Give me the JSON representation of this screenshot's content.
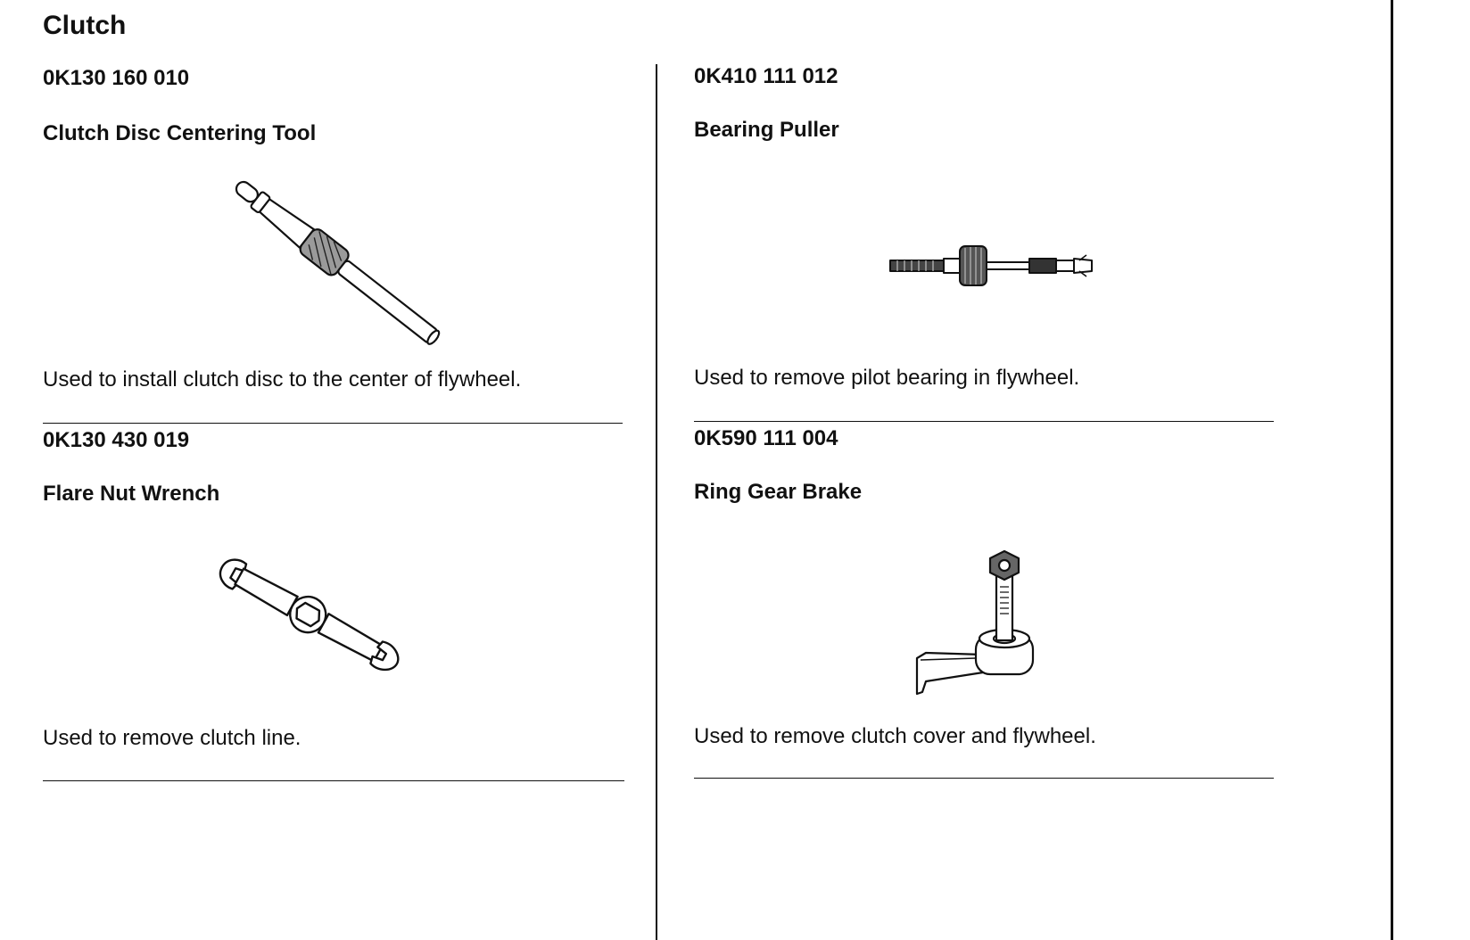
{
  "page": {
    "title": "Clutch"
  },
  "tools": [
    {
      "part_number": "0K130 160 010",
      "name": "Clutch Disc Centering Tool",
      "description": "Used to install clutch disc to the center of flywheel.",
      "icon": "centering-tool-icon"
    },
    {
      "part_number": "0K410 111 012",
      "name": "Bearing Puller",
      "description": "Used to remove pilot bearing in flywheel.",
      "icon": "bearing-puller-icon"
    },
    {
      "part_number": "0K130 430 019",
      "name": "Flare Nut Wrench",
      "description": "Used to remove clutch line.",
      "icon": "flare-nut-wrench-icon"
    },
    {
      "part_number": "0K590 111 004",
      "name": "Ring Gear Brake",
      "description": "Used to remove clutch cover and flywheel.",
      "icon": "ring-gear-brake-icon"
    }
  ]
}
